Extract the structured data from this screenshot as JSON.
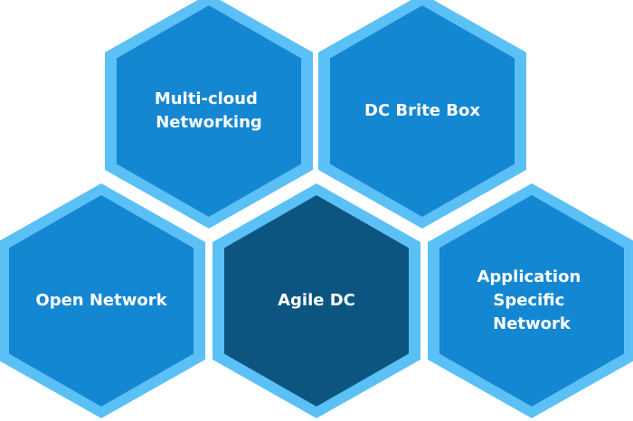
{
  "colors": {
    "outer_ring": "#5bc0f5",
    "inner_default": "#1487d3",
    "inner_highlight": "#0c5580",
    "text": "#ffffff"
  },
  "hexagons": [
    {
      "id": "multi-cloud",
      "lines": [
        "Multi-cloud",
        "Networking"
      ],
      "highlight": false
    },
    {
      "id": "dc-brite-box",
      "lines": [
        "DC Brite Box"
      ],
      "highlight": false
    },
    {
      "id": "open-network",
      "lines": [
        "Open Network"
      ],
      "highlight": false
    },
    {
      "id": "agile-dc",
      "lines": [
        "Agile DC"
      ],
      "highlight": true
    },
    {
      "id": "application-specific",
      "lines": [
        "Application",
        "Specific",
        "Network"
      ],
      "highlight": false
    }
  ]
}
